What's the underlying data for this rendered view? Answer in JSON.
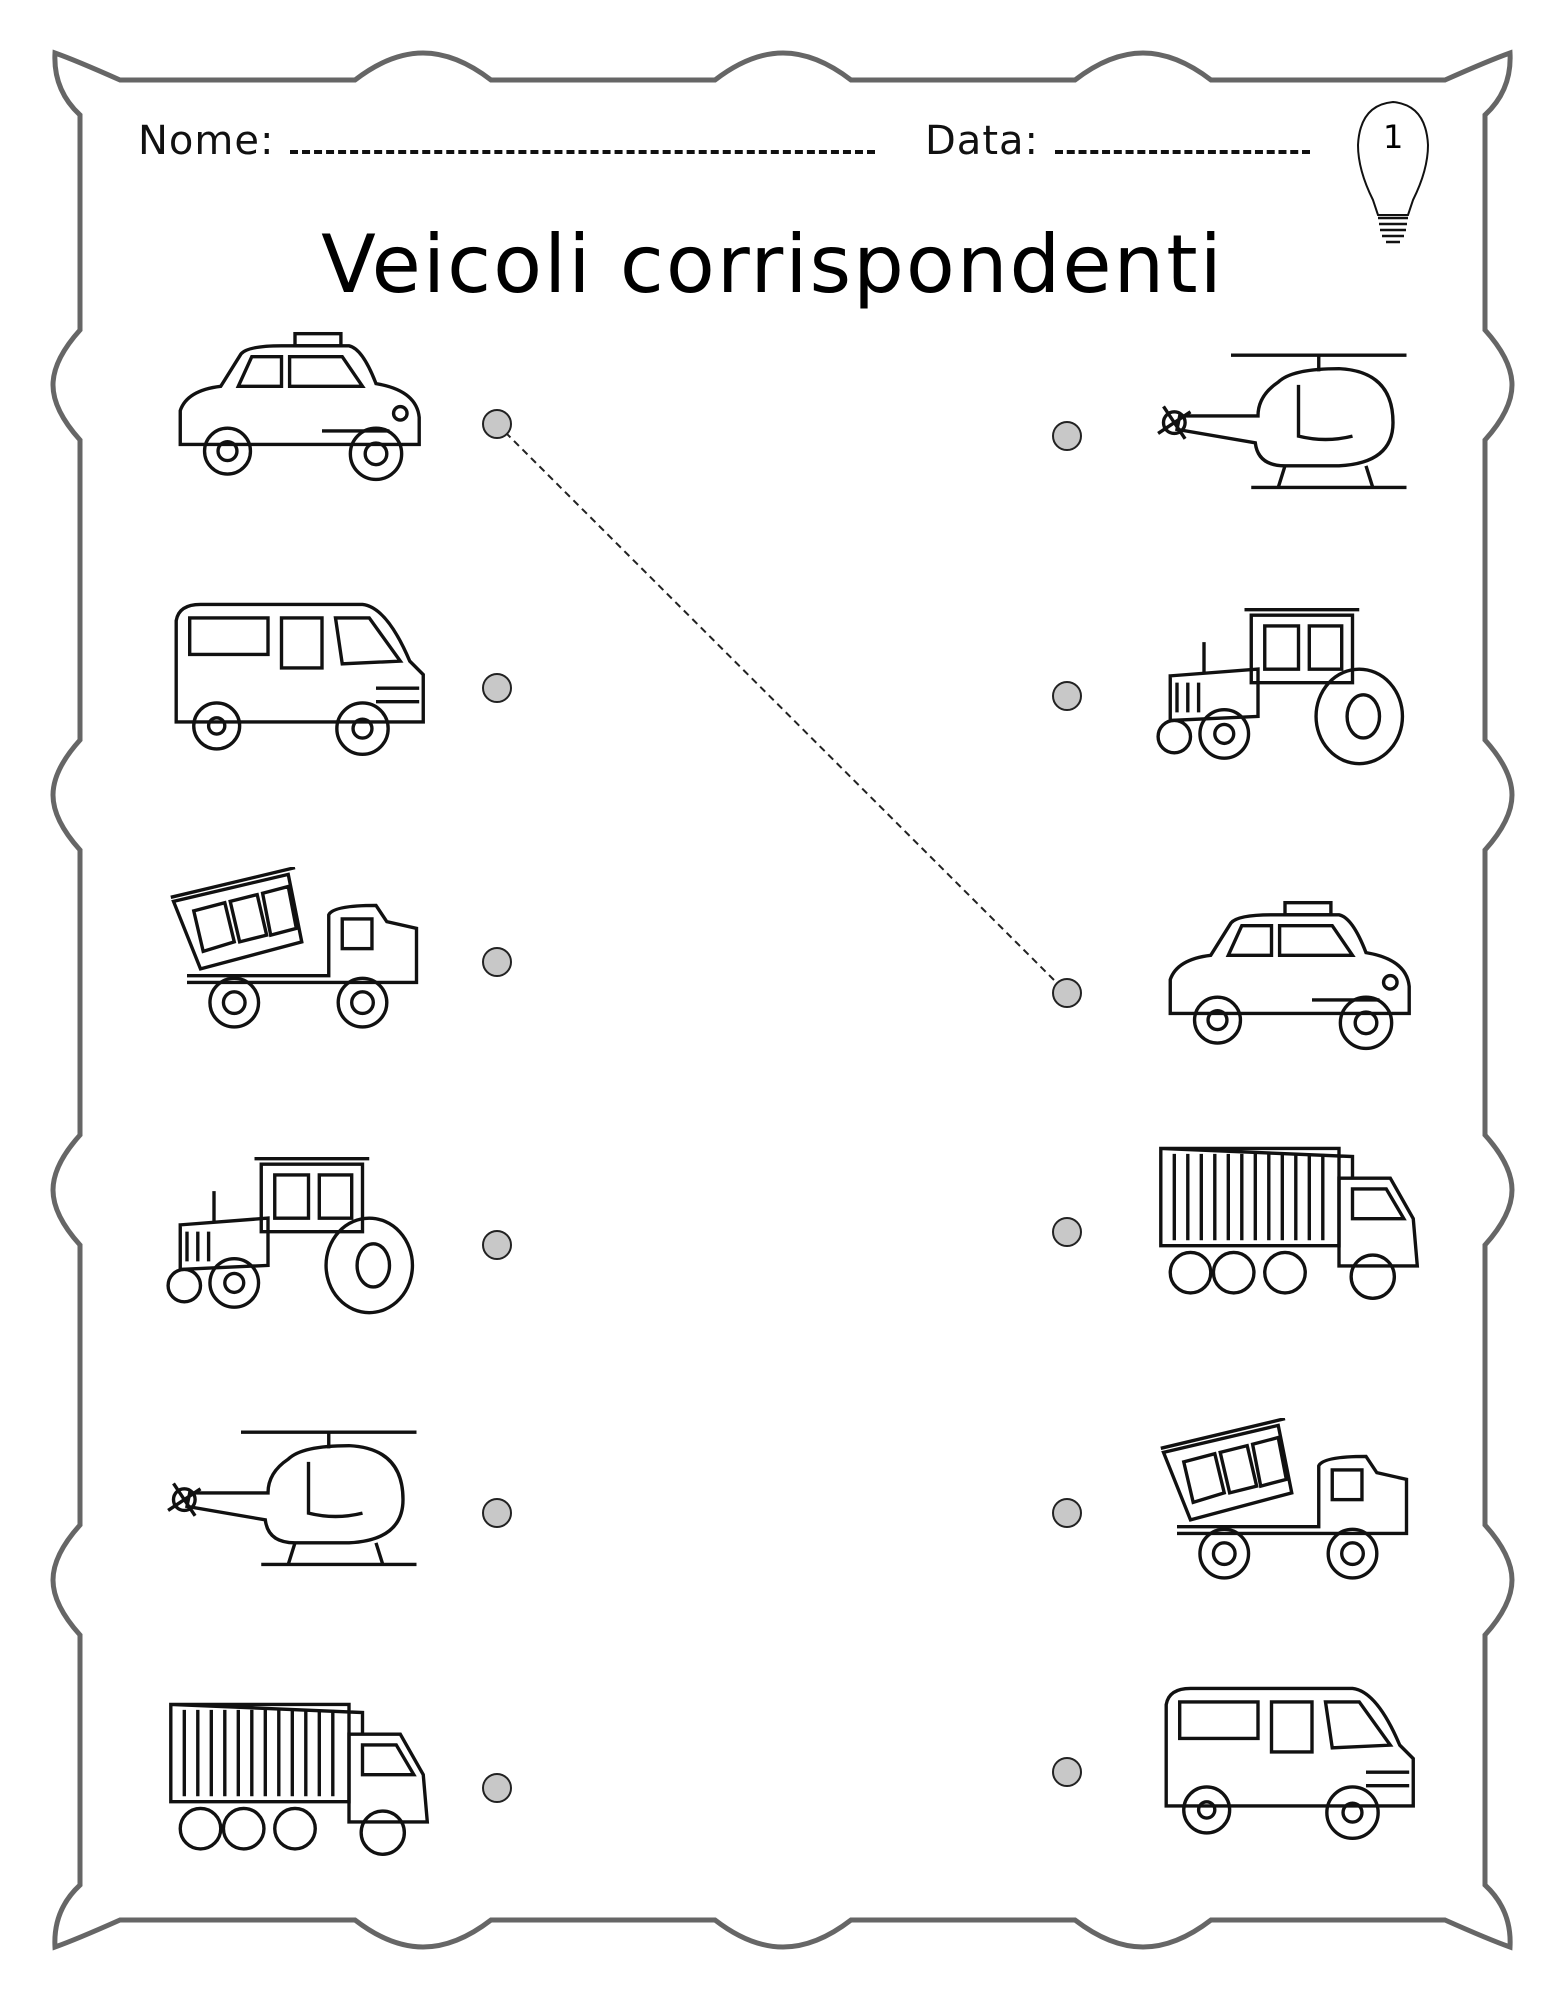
{
  "header": {
    "name_label": "Nome:",
    "date_label": "Data:",
    "page_number": "1"
  },
  "title": "Veicoli corrispondenti",
  "left_column": [
    {
      "icon": "taxi-icon"
    },
    {
      "icon": "van-icon"
    },
    {
      "icon": "dump-truck-icon"
    },
    {
      "icon": "tractor-icon"
    },
    {
      "icon": "helicopter-icon"
    },
    {
      "icon": "container-truck-icon"
    }
  ],
  "right_column": [
    {
      "icon": "helicopter-icon"
    },
    {
      "icon": "tractor-icon"
    },
    {
      "icon": "taxi-icon"
    },
    {
      "icon": "container-truck-icon"
    },
    {
      "icon": "dump-truck-icon"
    },
    {
      "icon": "van-icon"
    }
  ],
  "example_connection": {
    "from_left": 0,
    "to_right": 2
  },
  "colors": {
    "border": "#666666",
    "dot_fill": "#c8c8c8"
  }
}
